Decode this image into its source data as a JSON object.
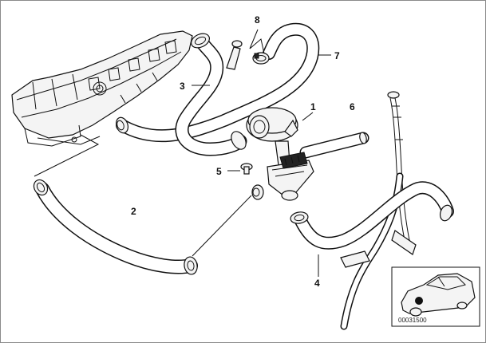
{
  "labels": {
    "part_1": "1",
    "part_2": "2",
    "part_3": "3",
    "part_4": "4",
    "part_5": "5",
    "part_6": "6",
    "part_7": "7",
    "part_8": "8"
  },
  "diagram_code": "00031500",
  "colors": {
    "line": "#111111",
    "fill": "#ffffff",
    "frame": "#8a8a8a"
  }
}
